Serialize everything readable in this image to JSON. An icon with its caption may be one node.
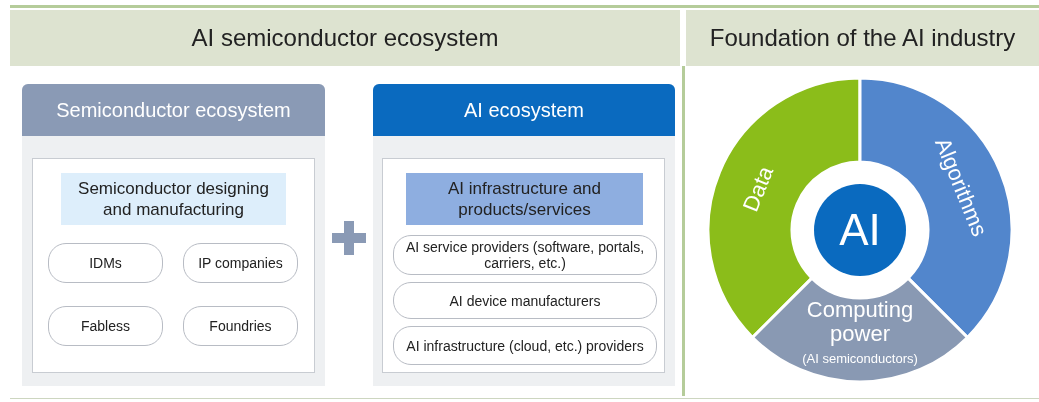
{
  "diagram": {
    "nodes": [
      {
        "text": [
          "AI semiconductor ecosystem"
        ]
      },
      {
        "text": [
          "Semiconductor ecosystem"
        ]
      },
      {
        "text": [
          "Semiconductor designing and manufacturing"
        ],
        "in": 1
      },
      {
        "text": [
          "IDMs"
        ],
        "in": 2
      },
      {
        "text": [
          "IP companies"
        ],
        "in": 2
      },
      {
        "text": [
          "Fabless"
        ],
        "in": 2
      },
      {
        "text": [
          "Foundries"
        ],
        "in": 2
      },
      {
        "text": [
          "AI ecosystem"
        ]
      },
      {
        "text": [
          "AI infrastructure and products/services"
        ],
        "in": 7
      },
      {
        "text": [
          "AI service providers (software, portals, carriers, etc.)"
        ],
        "in": 8
      },
      {
        "text": [
          "AI device manufacturers"
        ],
        "in": 8
      },
      {
        "text": [
          "AI infrastructure (cloud, etc.) providers"
        ],
        "in": 8
      },
      {
        "text": [
          "Foundation of the AI industry"
        ]
      },
      {
        "text": [
          "Data"
        ]
      },
      {
        "text": [
          "Algorithms"
        ]
      },
      {
        "text": [
          "Computing power",
          "(AI semiconductors)"
        ]
      },
      {
        "text": [
          "AI"
        ]
      }
    ]
  }
}
